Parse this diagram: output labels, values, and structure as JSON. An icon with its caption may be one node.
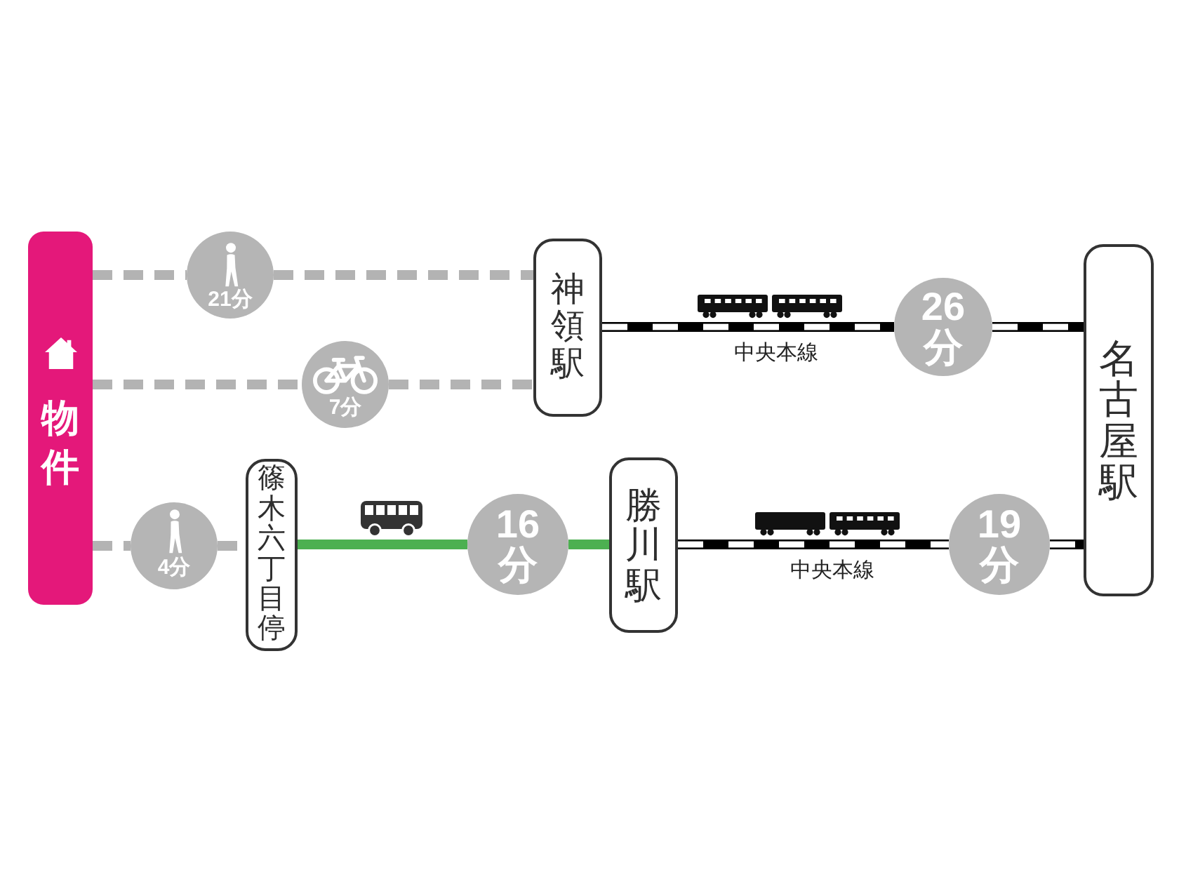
{
  "diagram": {
    "nodes": [
      {
        "text": [
          "物件"
        ]
      },
      {
        "text": [
          "21分"
        ]
      },
      {
        "text": [
          "神領駅"
        ]
      },
      {
        "text": [
          "26分"
        ]
      },
      {
        "text": [
          "名古屋駅"
        ]
      },
      {
        "text": [
          "7分"
        ]
      },
      {
        "text": [
          "4分"
        ]
      },
      {
        "text": [
          "篠木六丁目停"
        ]
      },
      {
        "text": [
          "16分"
        ]
      },
      {
        "text": [
          "勝川駅"
        ]
      },
      {
        "text": [
          "19分"
        ]
      }
    ],
    "edges": [
      {
        "from": 0,
        "to": 1,
        "arrow": "none",
        "style": "dashed",
        "color": "#b3b3b3"
      },
      {
        "from": 1,
        "to": 2,
        "arrow": "none",
        "style": "dashed",
        "color": "#b3b3b3"
      },
      {
        "from": 2,
        "to": 3,
        "arrow": "none",
        "label": "中央本線"
      },
      {
        "from": 3,
        "to": 4,
        "arrow": "none"
      },
      {
        "from": 0,
        "to": 5,
        "arrow": "none",
        "style": "dashed",
        "color": "#b3b3b3"
      },
      {
        "from": 5,
        "to": 2,
        "arrow": "none",
        "style": "dashed",
        "color": "#b3b3b3"
      },
      {
        "from": 0,
        "to": 6,
        "arrow": "none",
        "style": "dashed",
        "color": "#b3b3b3"
      },
      {
        "from": 6,
        "to": 7,
        "arrow": "none",
        "style": "dashed",
        "color": "#b3b3b3"
      },
      {
        "from": 7,
        "to": 8,
        "arrow": "none",
        "color": "#4db051"
      },
      {
        "from": 8,
        "to": 9,
        "arrow": "none",
        "color": "#4db051"
      },
      {
        "from": 9,
        "to": 10,
        "arrow": "none",
        "label": "中央本線"
      },
      {
        "from": 10,
        "to": 4,
        "arrow": "none"
      }
    ]
  }
}
